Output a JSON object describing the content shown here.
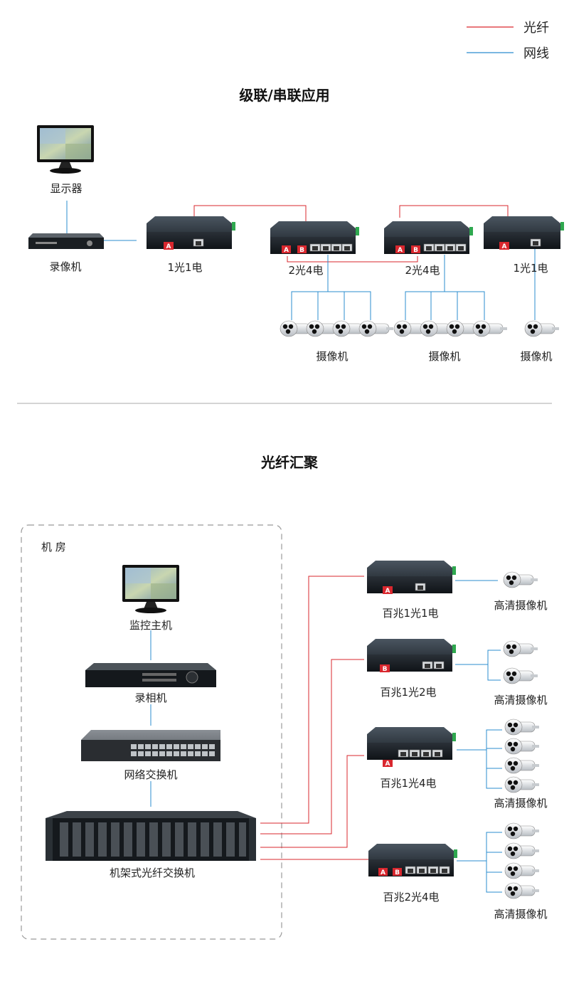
{
  "legend": {
    "fiber_label": "光纤",
    "cable_label": "网线",
    "fiber_color": "#d9272e",
    "cable_color": "#2b8ccf"
  },
  "cascade": {
    "title": "级联/串联应用",
    "display_label": "显示器",
    "recorder_label": "录像机",
    "device1_label": "1光1电",
    "device2_label": "2光4电",
    "device3_label": "2光4电",
    "device4_label": "1光1电",
    "camera_group1_label": "摄像机",
    "camera_group2_label": "摄像机",
    "camera_group3_label": "摄像机",
    "port_a": "A",
    "port_b": "B"
  },
  "aggregation": {
    "title": "光纤汇聚",
    "room_label": "机 房",
    "monitor_label": "监控主机",
    "recorder_label": "录相机",
    "switch_label": "网络交换机",
    "rack_label": "机架式光纤交换机",
    "devices": [
      {
        "label": "百兆1光1电",
        "camera_label": "高清摄像机"
      },
      {
        "label": "百兆1光2电",
        "camera_label": "高清摄像机"
      },
      {
        "label": "百兆1光4电",
        "camera_label": "高清摄像机"
      },
      {
        "label": "百兆2光4电",
        "camera_label": "高清摄像机"
      }
    ]
  }
}
